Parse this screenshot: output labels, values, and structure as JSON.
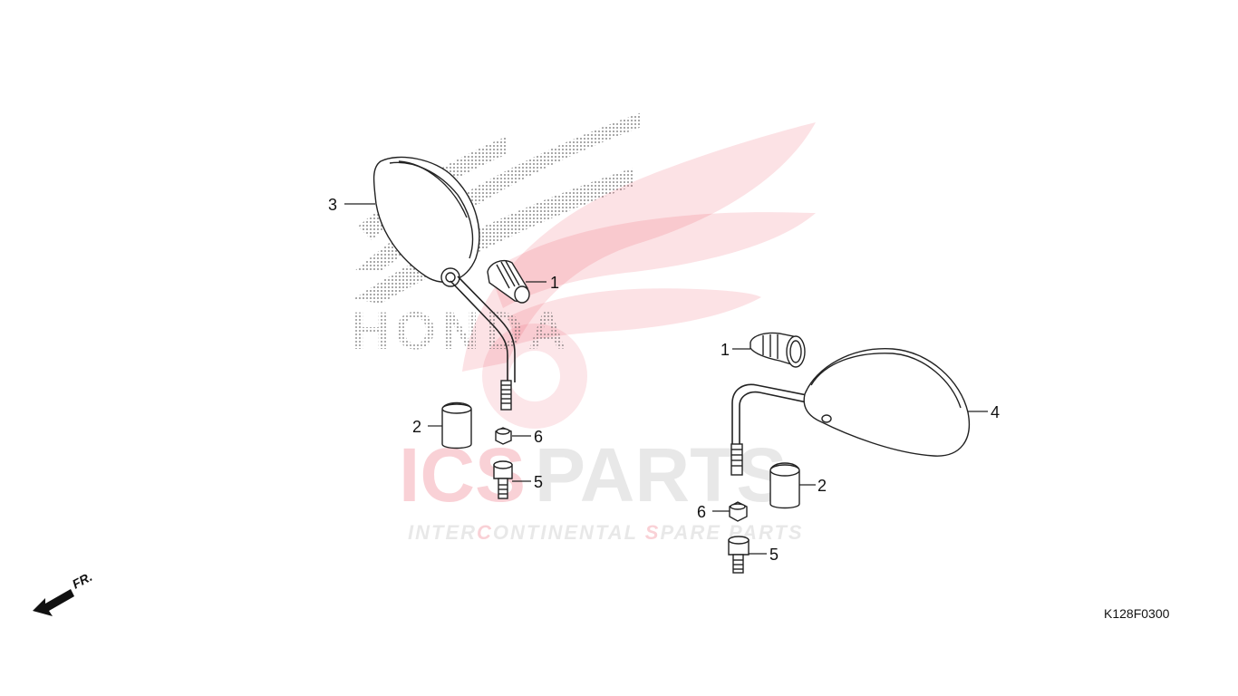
{
  "watermark": {
    "honda_text": "HONDA",
    "brand_ics": "ICS",
    "brand_parts": "PARTS",
    "tagline_inter": "INTER",
    "tagline_c": "C",
    "tagline_ontinental": "ONTINENTAL",
    "tagline_s": "S",
    "tagline_pare_parts": "PARE PARTS",
    "accent_color": "#e8344a",
    "gray_color": "#9a9a9a"
  },
  "direction_indicator": {
    "label": "FR."
  },
  "callouts": {
    "left_1": "1",
    "left_2": "2",
    "left_3": "3",
    "left_5": "5",
    "left_6": "6",
    "right_1": "1",
    "right_2": "2",
    "right_4": "4",
    "right_5": "5",
    "right_6": "6"
  },
  "diagram_code": "K128F0300"
}
